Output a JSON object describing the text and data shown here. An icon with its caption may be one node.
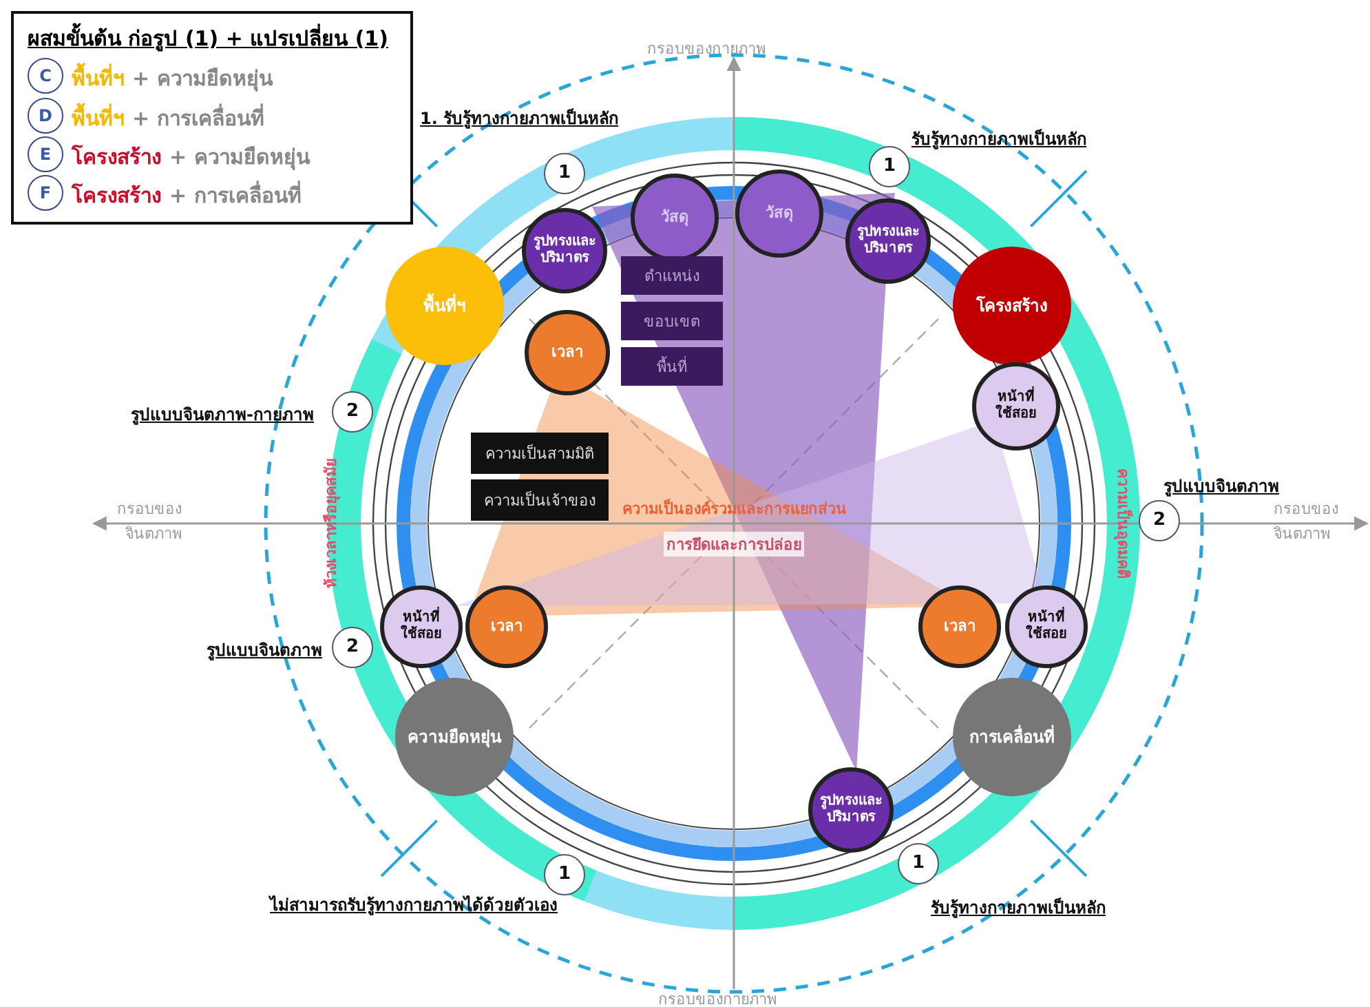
{
  "diagram": {
    "nodes": [
      {
        "text": [
          "ผสมขั้นต้น ก่อรูป (1) + แปรเปลี่ยน (1)"
        ]
      },
      {
        "text": [
          "C"
        ],
        "in": 0,
        "beside": [
          "พื้นที่ฯ",
          "+ ความยืดหยุ่น"
        ]
      },
      {
        "text": [
          "D"
        ],
        "in": 0,
        "beside": [
          "พื้นที่ฯ",
          "+ การเคลื่อนที่"
        ]
      },
      {
        "text": [
          "E"
        ],
        "in": 0,
        "beside": [
          "โครงสร้าง",
          "+ ความยืดหยุ่น"
        ]
      },
      {
        "text": [
          "F"
        ],
        "in": 0,
        "beside": [
          "โครงสร้าง",
          "+ การเคลื่อนที่"
        ]
      },
      {
        "text": [
          "1"
        ],
        "beside": [
          "1. รับรู้ทางกายภาพเป็นหลัก"
        ]
      },
      {
        "text": [
          "วัสดุ"
        ]
      },
      {
        "text": [
          "วัสดุ"
        ]
      },
      {
        "text": [
          "1"
        ],
        "beside": [
          "รับรู้ทางกายภาพเป็นหลัก"
        ]
      },
      {
        "text": [
          "รูปทรงและปริมาตร"
        ]
      },
      {
        "text": [
          "รูปทรงและปริมาตร"
        ]
      },
      {
        "text": [
          "พื้นที่ฯ"
        ]
      },
      {
        "text": [
          "ตำแหน่ง"
        ]
      },
      {
        "text": [
          "โครงสร้าง"
        ]
      },
      {
        "text": [
          "ขอบเขต"
        ]
      },
      {
        "text": [
          "เวลา"
        ]
      },
      {
        "text": [
          "พื้นที่"
        ]
      },
      {
        "text": [
          "หน้าที่ใช้สอย"
        ]
      },
      {
        "text": [
          "2"
        ],
        "beside": [
          "รูปแบบจินตภาพ-กายภาพ"
        ]
      },
      {
        "text": [
          "ความเป็นสามมิติ"
        ]
      },
      {
        "text": [
          "ความเป็นเจ้าของ"
        ]
      },
      {
        "text": [
          "2"
        ],
        "beside": [
          "รูปแบบจินตภาพ"
        ]
      },
      {
        "text": [
          "หน้าที่ใช้สอย"
        ]
      },
      {
        "text": [
          "เวลา"
        ]
      },
      {
        "text": [
          "เวลา"
        ]
      },
      {
        "text": [
          "หน้าที่ใช้สอย"
        ]
      },
      {
        "text": [
          "2"
        ],
        "beside": [
          "รูปแบบจินตภาพ"
        ]
      },
      {
        "text": [
          "ความยืดหยุ่น"
        ]
      },
      {
        "text": [
          "การเคลื่อนที่"
        ]
      },
      {
        "text": [
          "รูปทรงและปริมาตร"
        ]
      },
      {
        "text": [
          "1"
        ],
        "beside": [
          "ไม่สามารถรับรู้ทางกายภาพได้ด้วยตัวเอง"
        ]
      },
      {
        "text": [
          "1"
        ],
        "beside": [
          "รับรู้ทางกายภาพเป็นหลัก"
        ]
      }
    ],
    "labels": [
      "กรอบของกายภาพ",
      "กรอบของจินตภาพ",
      "กรอบของจินตภาพ",
      "ห้วงเวลาหรือยุคสมัย",
      "ความเป็นอุดมคติ",
      "ความเป็นองค์รวมและการแยกส่วน",
      "การยึดและการปล่อย",
      "กรอบของกายภาพ"
    ]
  }
}
